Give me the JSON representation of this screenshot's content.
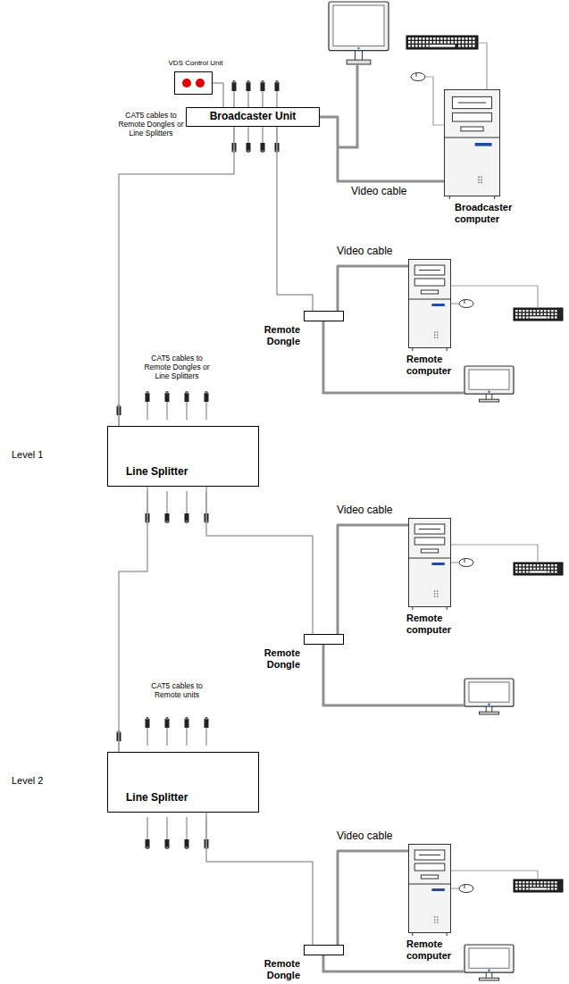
{
  "diagram": {
    "nodes": [
      {
        "text": [
          "VDS Control Unit"
        ]
      },
      {
        "text": [
          "Broadcaster Unit"
        ]
      },
      {
        "text": [
          "Broadcaster computer"
        ]
      },
      {
        "text": [
          "Remote Dongle"
        ]
      },
      {
        "text": [
          "Remote computer"
        ]
      },
      {
        "text": [
          "Line Splitter"
        ]
      },
      {
        "text": [
          "Remote Dongle"
        ]
      },
      {
        "text": [
          "Remote computer"
        ]
      },
      {
        "text": [
          "Line Splitter"
        ]
      },
      {
        "text": [
          "Remote Dongle"
        ]
      },
      {
        "text": [
          "Remote computer"
        ]
      }
    ],
    "edges": [
      {
        "from": 0,
        "to": 1,
        "arrow": "none"
      },
      {
        "from": 1,
        "to": 2,
        "label": "Video cable",
        "arrow": "none"
      },
      {
        "from": 1,
        "to": 3,
        "arrow": "none"
      },
      {
        "from": 3,
        "to": 4,
        "label": "Video cable",
        "arrow": "none"
      },
      {
        "from": 1,
        "to": 5,
        "arrow": "none"
      },
      {
        "from": 5,
        "to": 6,
        "arrow": "none"
      },
      {
        "from": 6,
        "to": 7,
        "label": "Video cable",
        "arrow": "none"
      },
      {
        "from": 5,
        "to": 8,
        "arrow": "none"
      },
      {
        "from": 8,
        "to": 9,
        "arrow": "none"
      },
      {
        "from": 9,
        "to": 10,
        "label": "Video cable",
        "arrow": "none"
      }
    ],
    "labels": [
      "CAT5 cables to Remote Dongles or Line Splitters",
      "CAT5 cables to Remote Dongles or Line Splitters",
      "Level 1",
      "CAT5 cables to Remote units",
      "Level 2"
    ]
  }
}
